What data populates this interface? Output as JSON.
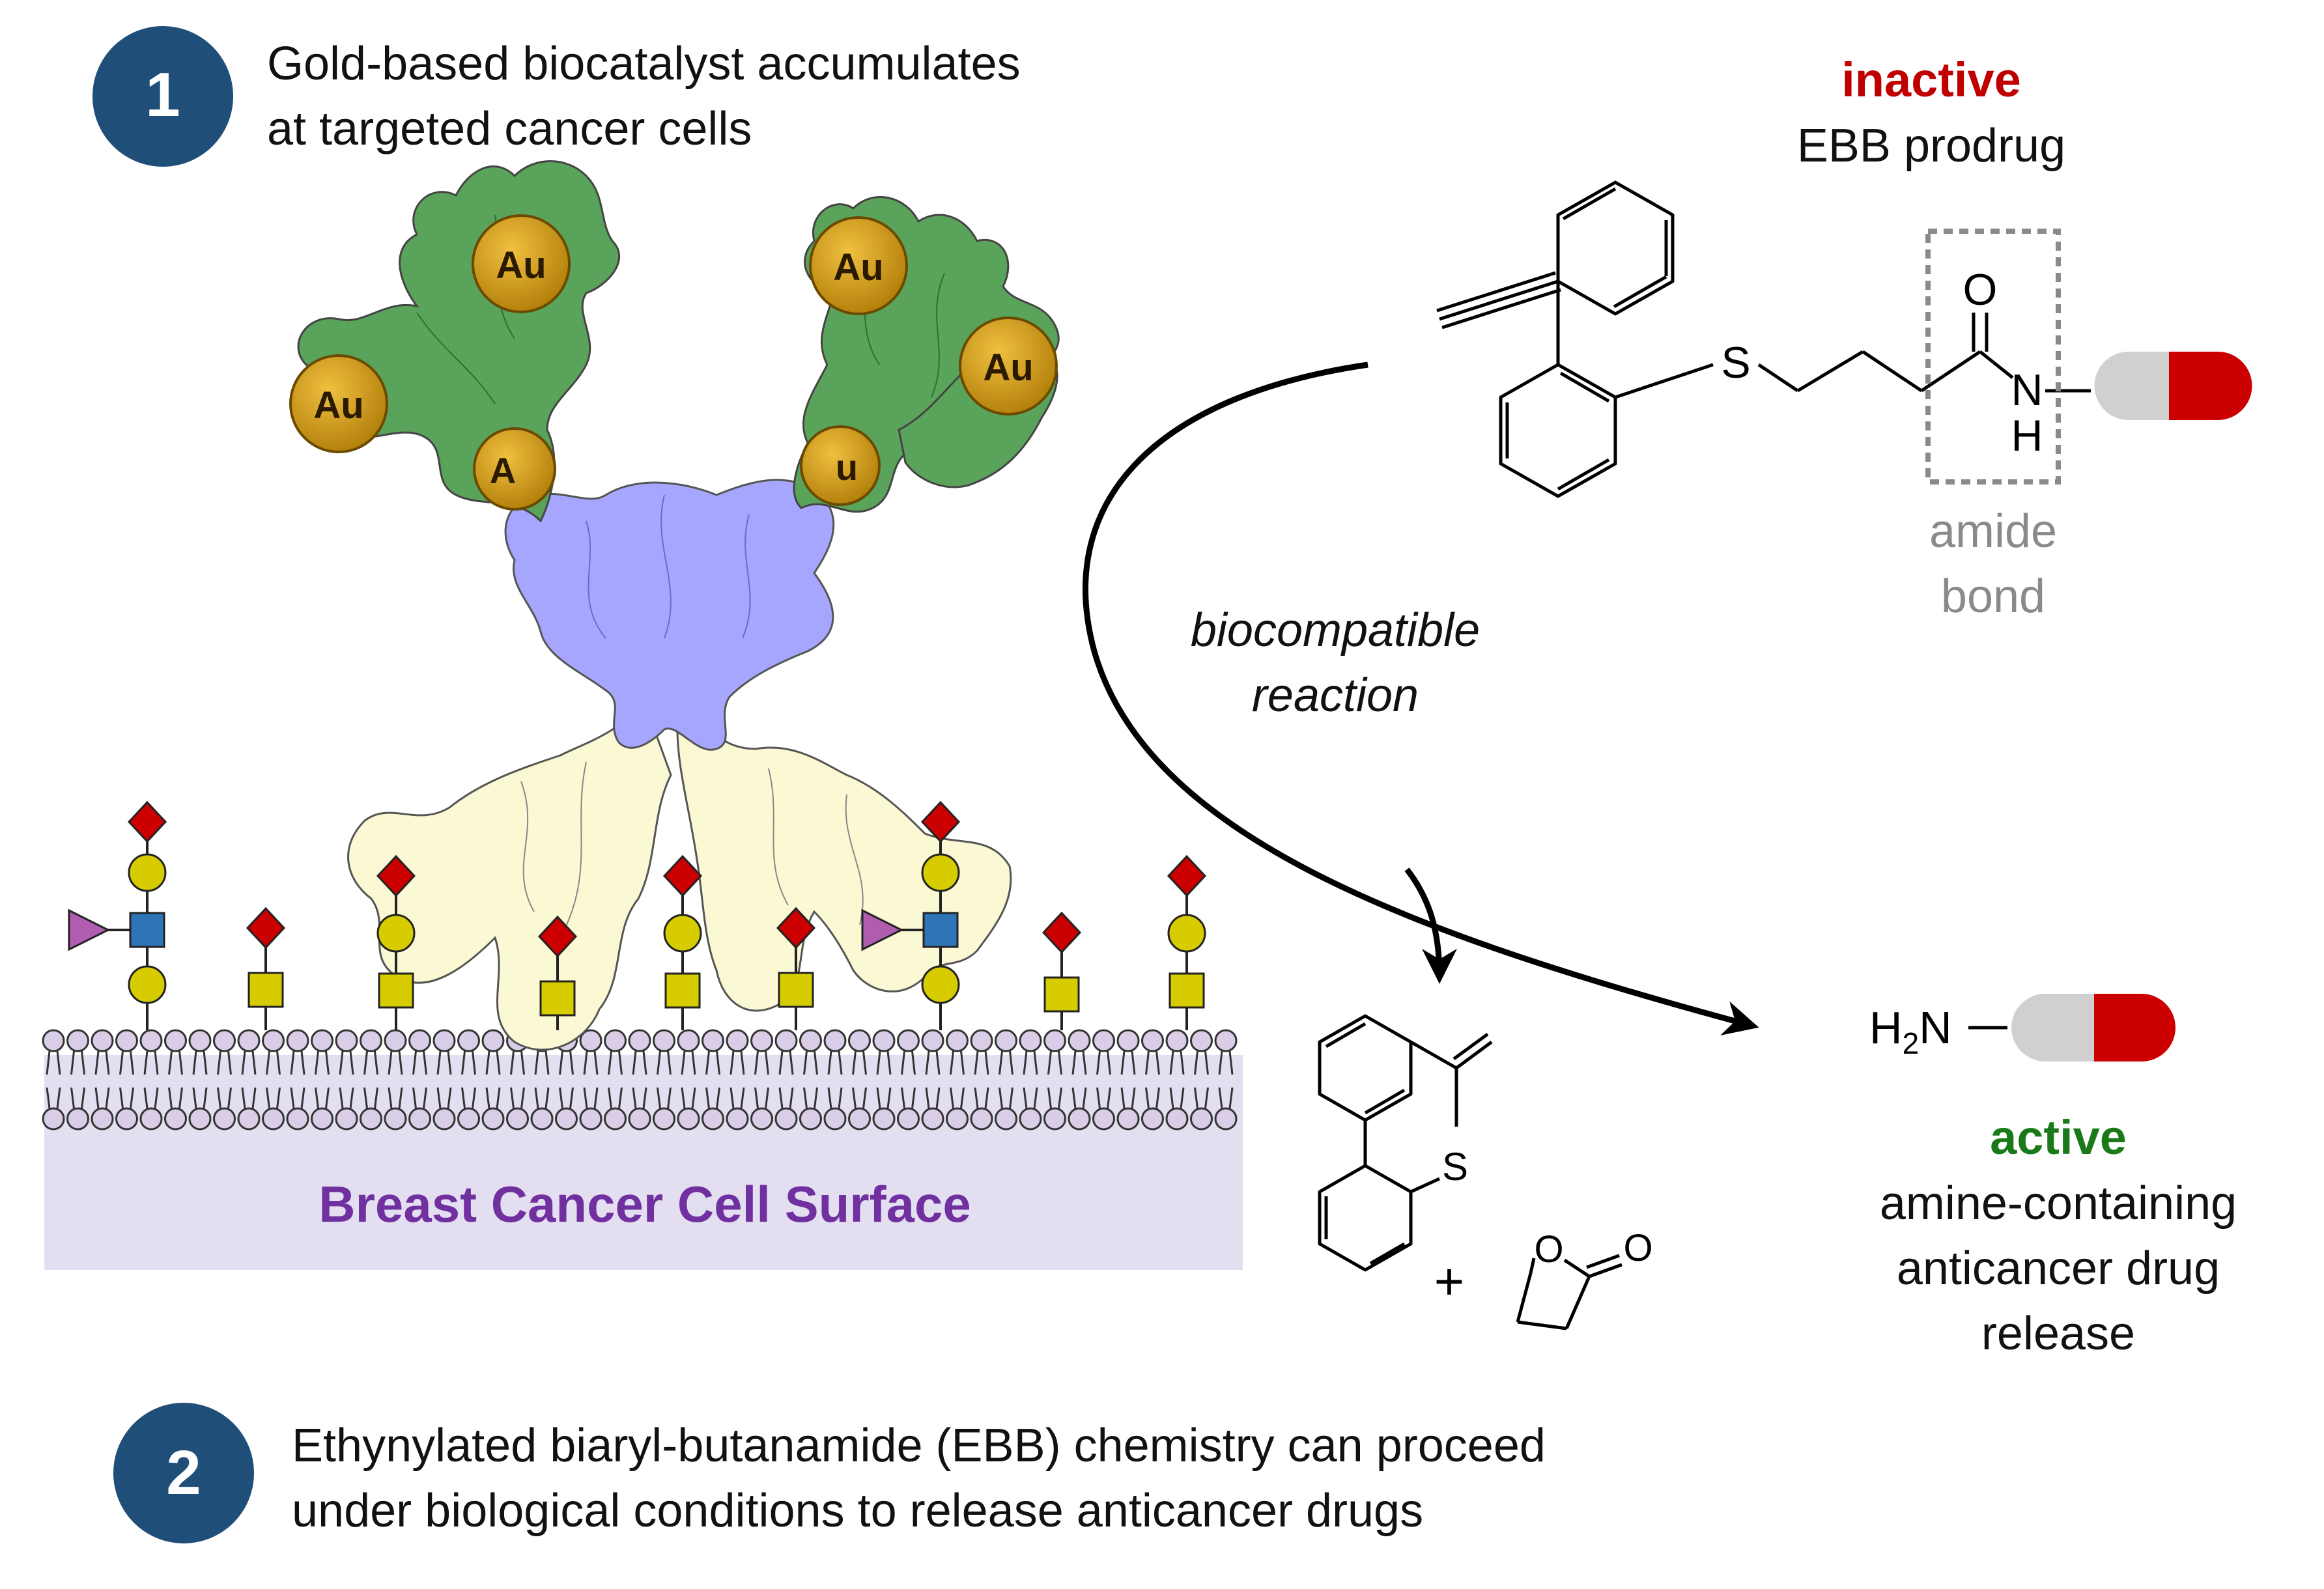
{
  "steps": [
    {
      "number": "1",
      "text_line1": "Gold-based biocatalyst accumulates",
      "text_line2": "at targeted cancer cells"
    },
    {
      "number": "2",
      "text_line1": "Ethynylated biaryl-butanamide (EBB) chemistry can proceed",
      "text_line2": "under biological conditions to release anticancer drugs"
    }
  ],
  "prodrug": {
    "state": "inactive",
    "name": "EBB prodrug",
    "amide_label_line1": "amide",
    "amide_label_line2": "bond",
    "atom_S": "S",
    "atom_O": "O",
    "atom_N": "N",
    "atom_H": "H"
  },
  "reaction": {
    "label_line1": "biocompatible",
    "label_line2": "reaction"
  },
  "product": {
    "amine_H": "H",
    "amine_sub": "2",
    "amine_N": "N",
    "state": "active",
    "desc_line1": "amine-containing",
    "desc_line2": "anticancer drug",
    "desc_line3": "release"
  },
  "byproduct": {
    "atom_S": "S",
    "plus": "+",
    "atom_O_ring": "O",
    "atom_O_carbonyl": "O"
  },
  "cell": {
    "label": "Breast Cancer Cell Surface"
  },
  "gold": {
    "label": "Au",
    "partial_left": "A",
    "partial_right": "u"
  },
  "colors": {
    "step_circle": "#1f4e79",
    "inactive": "#c00000",
    "active": "#1a7a1a",
    "cell_label": "#7030a0",
    "gray_label": "#8a8a8a",
    "antibody_green": "#5aa35a",
    "antibody_blue": "#a6a6ff",
    "antibody_cream": "#fbf8d4",
    "gold": "#c8960c",
    "membrane": "#e4dff0",
    "lipid_head": "#d9cde8",
    "glycan_red": "#cc0000",
    "glycan_yellow": "#d6cc00",
    "glycan_blue": "#2e75b6",
    "glycan_purple": "#b05cb0",
    "pill_gray": "#d0d0d0",
    "pill_red": "#cc0000"
  }
}
